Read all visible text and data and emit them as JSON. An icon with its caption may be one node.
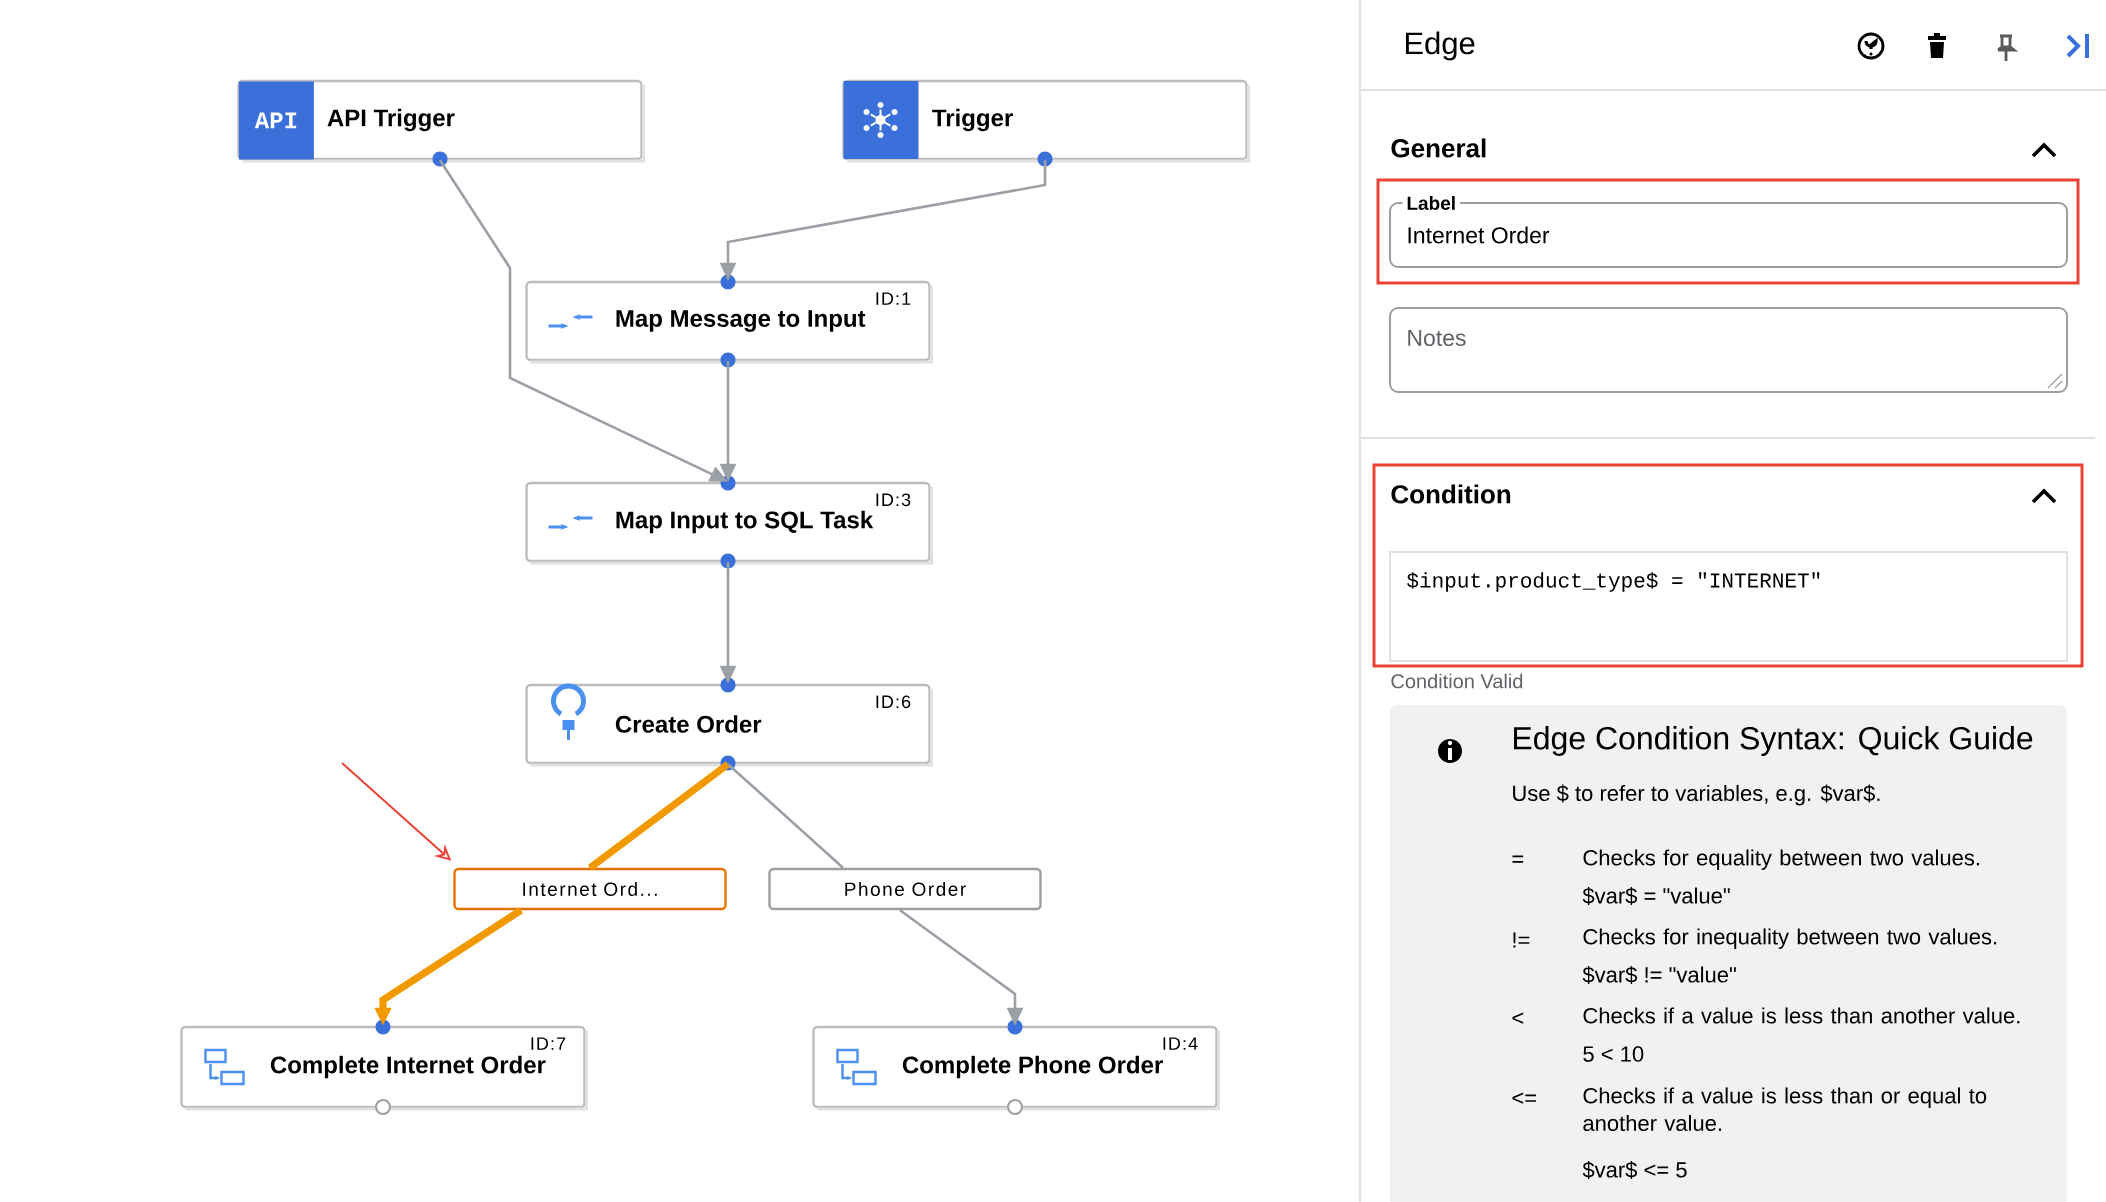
{
  "diagram": {
    "nodes": [
      {
        "text": [
          "API",
          "API Trigger"
        ]
      },
      {
        "text": [
          "Trigger"
        ]
      },
      {
        "text": [
          "ID:1",
          "Map Message to Input"
        ]
      },
      {
        "text": [
          "ID:3",
          "Map Input to SQL Task"
        ]
      },
      {
        "text": [
          "ID:6",
          "Create Order"
        ]
      },
      {
        "text": [
          "Internet Ord..."
        ]
      },
      {
        "text": [
          "Phone Order"
        ]
      },
      {
        "text": [
          "ID:7",
          "Complete Internet Order"
        ]
      },
      {
        "text": [
          "ID:4",
          "Complete Phone Order"
        ]
      }
    ],
    "edges": [
      {
        "from": 0,
        "to": 3,
        "arrow": "to"
      },
      {
        "from": 1,
        "to": 2,
        "arrow": "to"
      },
      {
        "from": 2,
        "to": 3,
        "arrow": "to"
      },
      {
        "from": 3,
        "to": 4,
        "arrow": "to"
      },
      {
        "from": 4,
        "to": 5,
        "arrow": "none",
        "style": "thick",
        "color": "#f29900"
      },
      {
        "from": 5,
        "to": 7,
        "arrow": "to",
        "style": "thick",
        "color": "#f29900"
      },
      {
        "from": 4,
        "to": 6,
        "arrow": "none"
      },
      {
        "from": 6,
        "to": 8,
        "arrow": "to"
      },
      {
        "from": null,
        "to": 5,
        "arrow": "to",
        "color": "#ea4335"
      }
    ],
    "labels": [
      "Edge",
      "General",
      "Label",
      "Internet Order",
      "Notes",
      "Condition",
      "$input.product_type$ = \"INTERNET\"",
      "Condition Valid",
      "Edge Condition Syntax: Quick Guide",
      "Use $ to refer to variables, e.g. $var$.",
      "=",
      "Checks for equality between two values.",
      "$var$ = \"value\"",
      "!=",
      "Checks for inequality between two values.",
      "$var$ != \"value\"",
      "<",
      "Checks if a value is less than another value.",
      "5 < 10",
      "<=",
      "Checks if a value is less than or equal to another value.",
      "$var$ <= 5"
    ]
  }
}
